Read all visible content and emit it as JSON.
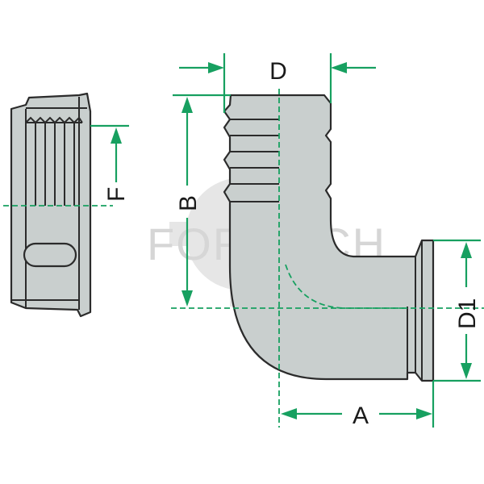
{
  "watermark": {
    "text": "FORMECH"
  },
  "dimensions": {
    "d": "D",
    "b": "B",
    "f": "F",
    "d1": "D1",
    "a": "A"
  },
  "colors": {
    "dimension_lines": "#17a060",
    "part_fill": "#c9cfce",
    "outline": "#2b2b2b",
    "watermark": "#d6d6d6"
  }
}
